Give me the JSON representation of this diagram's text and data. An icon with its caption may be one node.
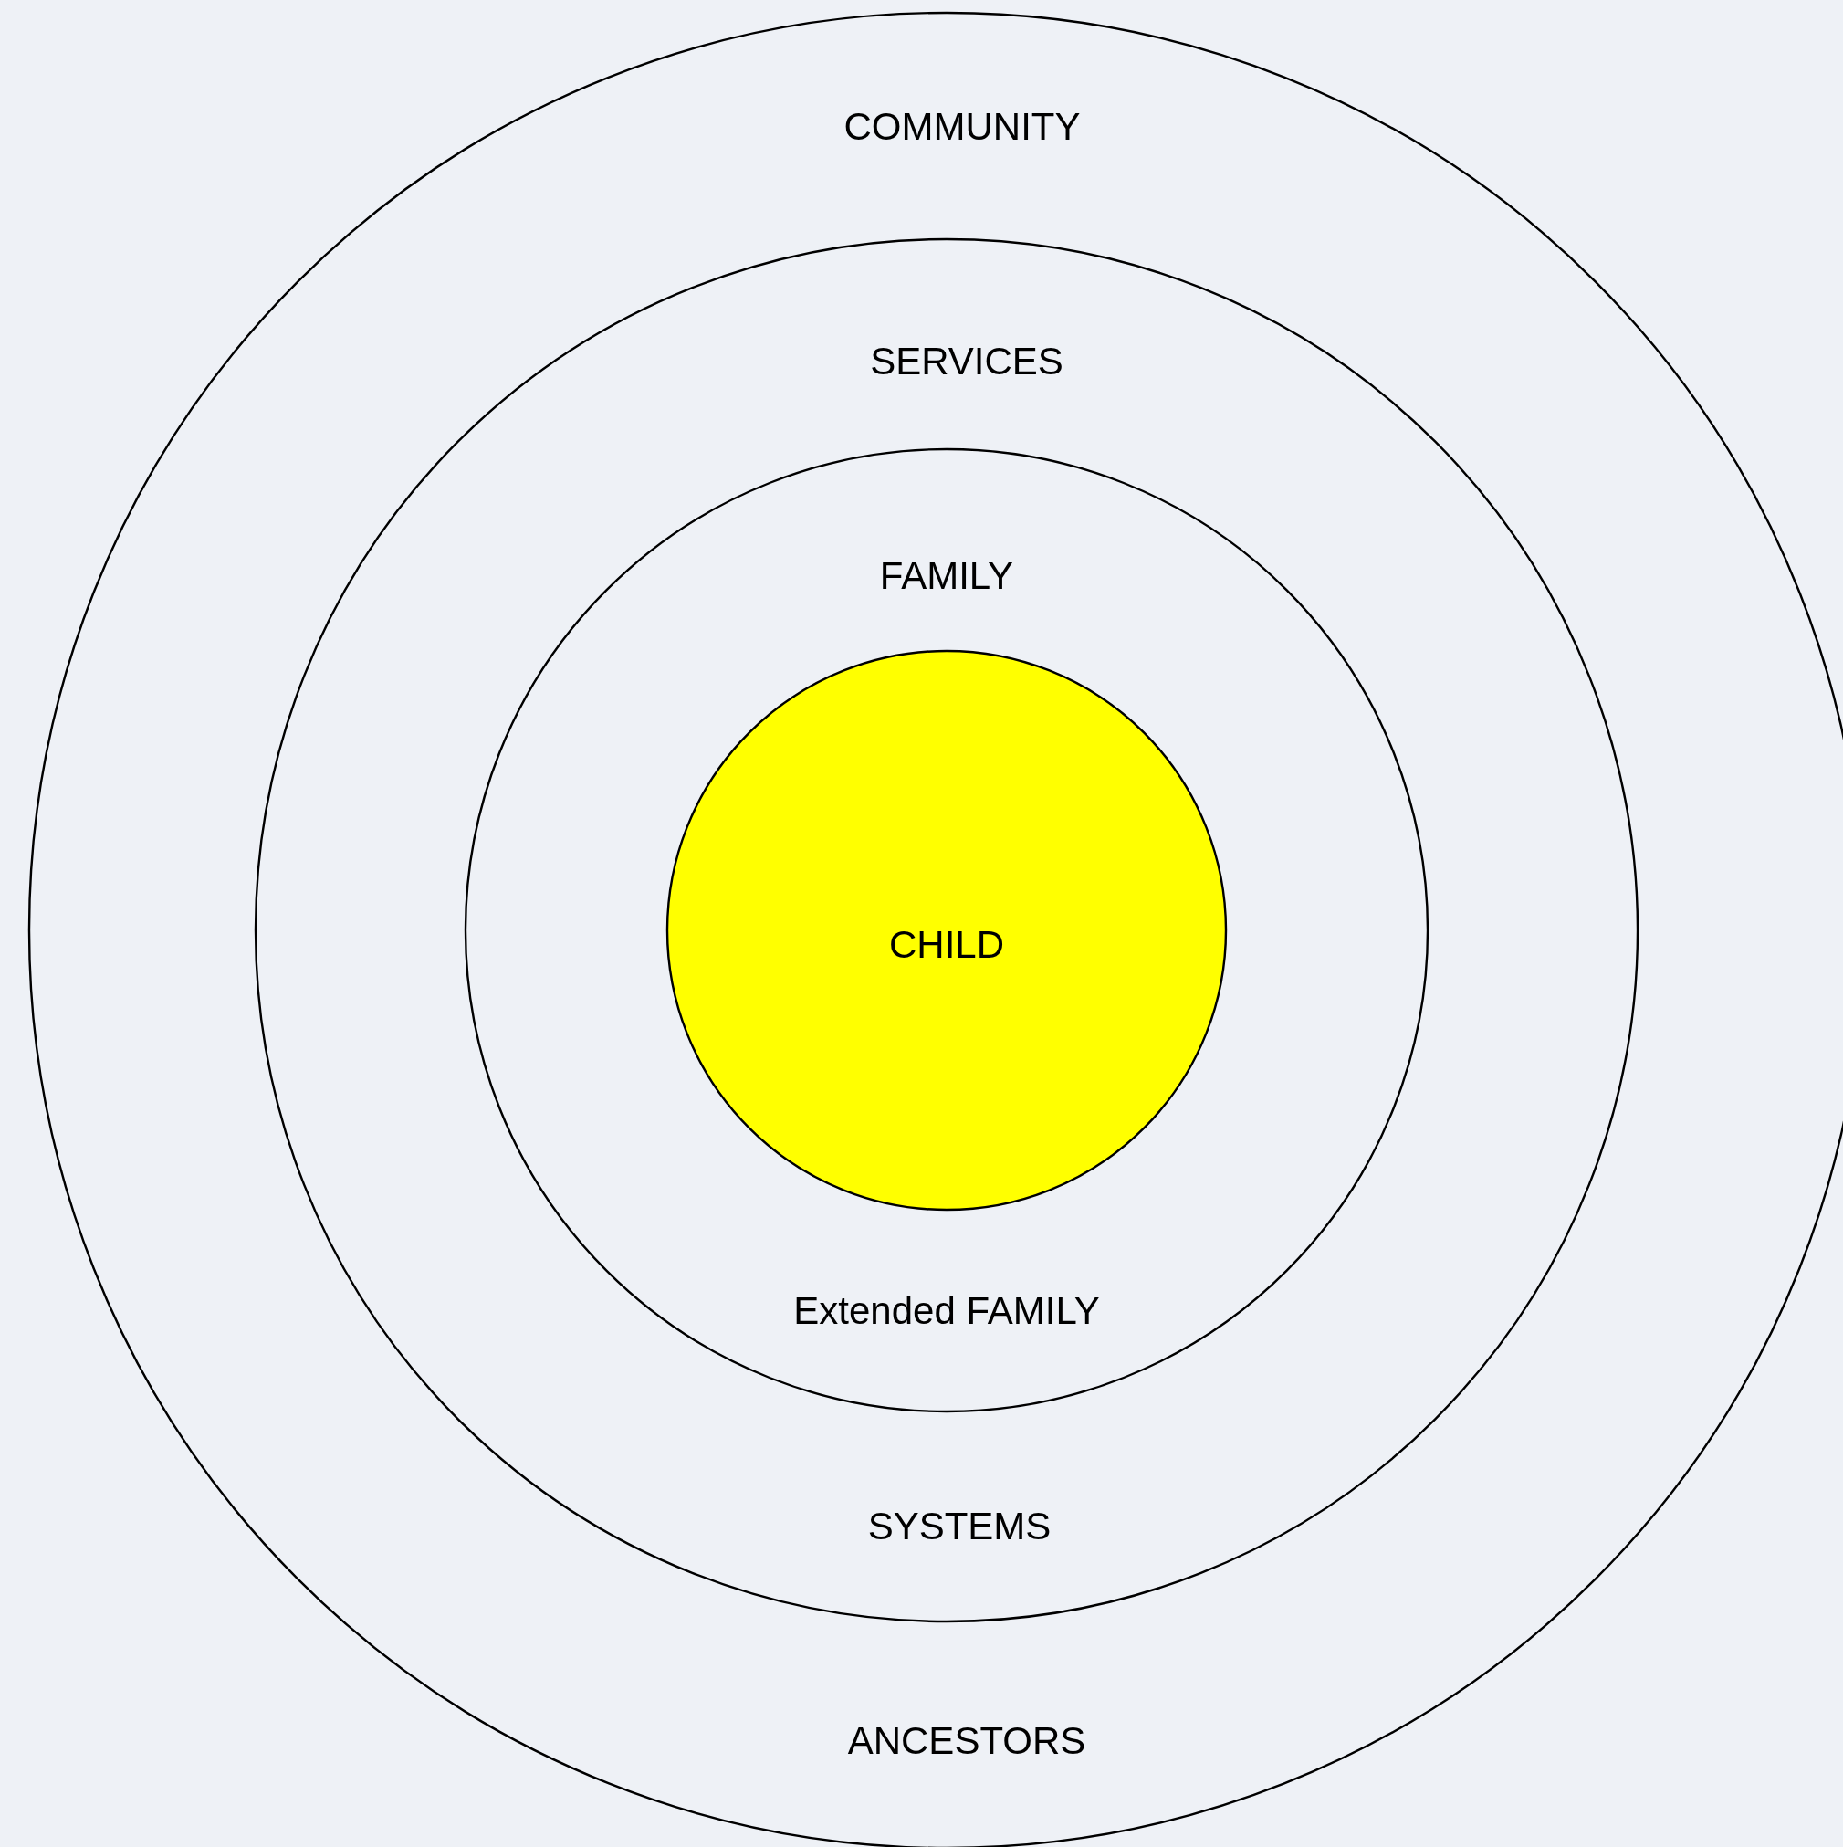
{
  "diagram": {
    "nodes": [
      {
        "text": [
          "COMMUNITY",
          "ANCESTORS"
        ]
      },
      {
        "text": [
          "SERVICES",
          "SYSTEMS"
        ],
        "in": 0
      },
      {
        "text": [
          "FAMILY",
          "Extended FAMILY"
        ],
        "in": 1
      },
      {
        "text": [
          "CHILD"
        ],
        "in": 2
      }
    ]
  }
}
